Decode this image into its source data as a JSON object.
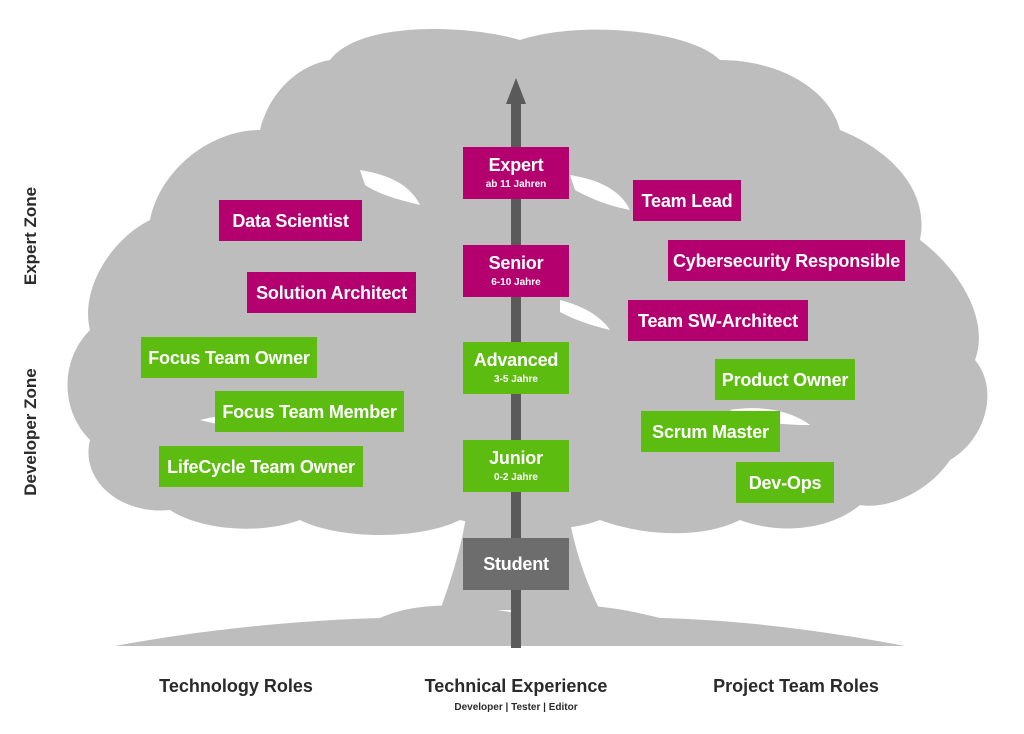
{
  "colors": {
    "tree": "#bdbdbd",
    "pink": "#b4006e",
    "green": "#5cbc0f",
    "gray": "#6d6d6d",
    "arrow": "#5a5a5a"
  },
  "zones": {
    "expert": "Expert Zone",
    "developer": "Developer Zone"
  },
  "experience_levels": [
    {
      "title": "Expert",
      "sub": "ab 11 Jahren"
    },
    {
      "title": "Senior",
      "sub": "6-10 Jahre"
    },
    {
      "title": "Advanced",
      "sub": "3-5 Jahre"
    },
    {
      "title": "Junior",
      "sub": "0-2 Jahre"
    },
    {
      "title": "Student",
      "sub": ""
    }
  ],
  "technology_roles": {
    "expert": [
      "Data Scientist",
      "Solution Architect"
    ],
    "developer": [
      "Focus Team Owner",
      "Focus Team Member",
      "LifeCycle Team Owner"
    ]
  },
  "project_team_roles": {
    "expert": [
      "Team Lead",
      "Cybersecurity Responsible",
      "Team SW-Architect"
    ],
    "developer": [
      "Product Owner",
      "Scrum Master",
      "Dev-Ops"
    ]
  },
  "bottom": {
    "left": "Technology Roles",
    "center": "Technical Experience",
    "center_sub": "Developer | Tester | Editor",
    "right": "Project Team Roles"
  }
}
